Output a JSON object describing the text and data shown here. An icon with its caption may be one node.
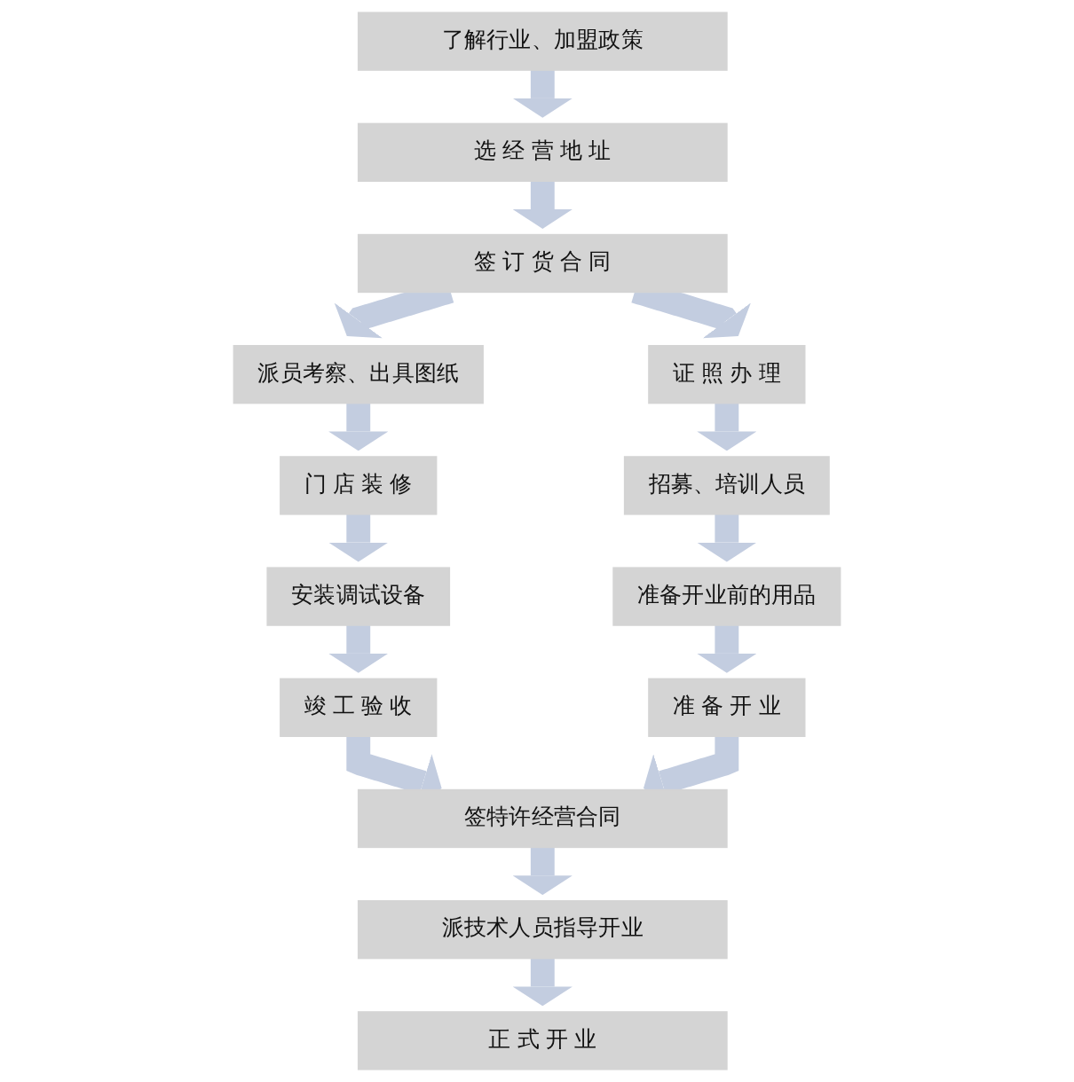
{
  "diagram": {
    "nodes": [
      {
        "text": [
          "了解行业、加盟政策"
        ]
      },
      {
        "text": [
          "选 经 营 地 址"
        ]
      },
      {
        "text": [
          "签 订 货 合 同"
        ]
      },
      {
        "text": [
          "派员考察、出具图纸"
        ]
      },
      {
        "text": [
          "证 照 办 理"
        ]
      },
      {
        "text": [
          "门 店 装 修"
        ]
      },
      {
        "text": [
          "招募、培训人员"
        ]
      },
      {
        "text": [
          "安装调试设备"
        ]
      },
      {
        "text": [
          "准备开业前的用品"
        ]
      },
      {
        "text": [
          "竣 工 验 收"
        ]
      },
      {
        "text": [
          "准 备 开 业"
        ]
      },
      {
        "text": [
          "签特许经营合同"
        ]
      },
      {
        "text": [
          "派技术人员指导开业"
        ]
      },
      {
        "text": [
          "正 式 开 业"
        ]
      }
    ],
    "edges": [
      {
        "from": 0,
        "to": 1,
        "arrow": "to"
      },
      {
        "from": 1,
        "to": 2,
        "arrow": "to"
      },
      {
        "from": 2,
        "to": 3,
        "arrow": "to"
      },
      {
        "from": 2,
        "to": 4,
        "arrow": "to"
      },
      {
        "from": 3,
        "to": 5,
        "arrow": "to"
      },
      {
        "from": 4,
        "to": 6,
        "arrow": "to"
      },
      {
        "from": 5,
        "to": 7,
        "arrow": "to"
      },
      {
        "from": 6,
        "to": 8,
        "arrow": "to"
      },
      {
        "from": 7,
        "to": 9,
        "arrow": "to"
      },
      {
        "from": 8,
        "to": 10,
        "arrow": "to"
      },
      {
        "from": 9,
        "to": 11,
        "arrow": "to"
      },
      {
        "from": 10,
        "to": 11,
        "arrow": "to"
      },
      {
        "from": 11,
        "to": 12,
        "arrow": "to"
      },
      {
        "from": 12,
        "to": 13,
        "arrow": "to"
      }
    ]
  }
}
